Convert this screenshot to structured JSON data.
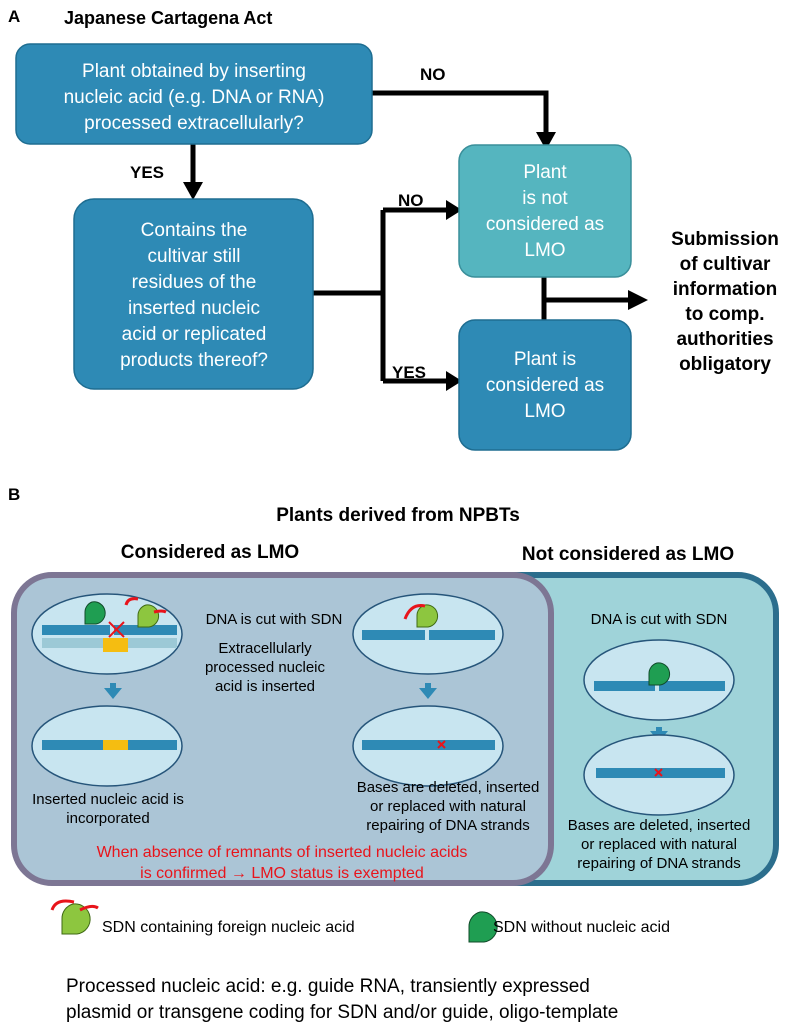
{
  "panel_a": {
    "label": "A",
    "title": "Japanese Cartagena Act",
    "q1": [
      "Plant obtained by inserting",
      "nucleic acid (e.g. DNA or RNA)",
      "processed extracellularly?"
    ],
    "q2": [
      "Contains the",
      "cultivar still",
      "residues of the",
      "inserted nucleic",
      "acid or replicated",
      "products thereof?"
    ],
    "not_lmo": [
      "Plant",
      "is not",
      "considered as",
      "LMO"
    ],
    "is_lmo": [
      "Plant is",
      "considered as",
      "LMO"
    ],
    "submission": [
      "Submission",
      "of cultivar",
      "information",
      "to comp.",
      "authorities",
      "obligatory"
    ],
    "yes_label": "YES",
    "no_label": "NO",
    "colors": {
      "box_dark": "#2e8ab5",
      "box_light": "#55b5bf",
      "arrow": "#000000"
    }
  },
  "panel_b": {
    "label": "B",
    "title": "Plants derived from NPBTs",
    "lmo_heading": "Considered as LMO",
    "not_lmo_heading": "Not considered as LMO",
    "dna_cut_left": "DNA is cut with SDN",
    "dna_cut_right": "DNA is cut with SDN",
    "extracellular_note": [
      "Extracellularly",
      "processed nucleic",
      "acid is inserted"
    ],
    "inserted_caption": [
      "Inserted nucleic acid is",
      "incorporated"
    ],
    "bases_caption_mid": [
      "Bases are deleted, inserted",
      "or replaced with natural",
      "repairing of DNA strands"
    ],
    "bases_caption_right": [
      "Bases are deleted, inserted",
      "or replaced with natural",
      "repairing of DNA strands"
    ],
    "exemption_note": [
      "When absence of remnants of inserted nucleic acids",
      "is confirmed → LMO status is exempted"
    ],
    "colors": {
      "lmo_bg": "#abc5d6",
      "lmo_border": "#7d7694",
      "not_lmo_bg": "#9fd3d9",
      "not_lmo_border": "#2c6e8d",
      "dna": "#2e8ab5",
      "insert": "#f5bd11",
      "sdn": "#8dc63f",
      "sdn_plain": "#1f9e52",
      "mark": "#e8141b"
    }
  },
  "legend": {
    "foreign": "SDN containing foreign nucleic acid",
    "plain": "SDN without nucleic acid"
  },
  "footnote": [
    "Processed nucleic acid: e.g. guide RNA, transiently expressed",
    "plasmid or transgene coding for SDN and/or guide, oligo-template"
  ]
}
